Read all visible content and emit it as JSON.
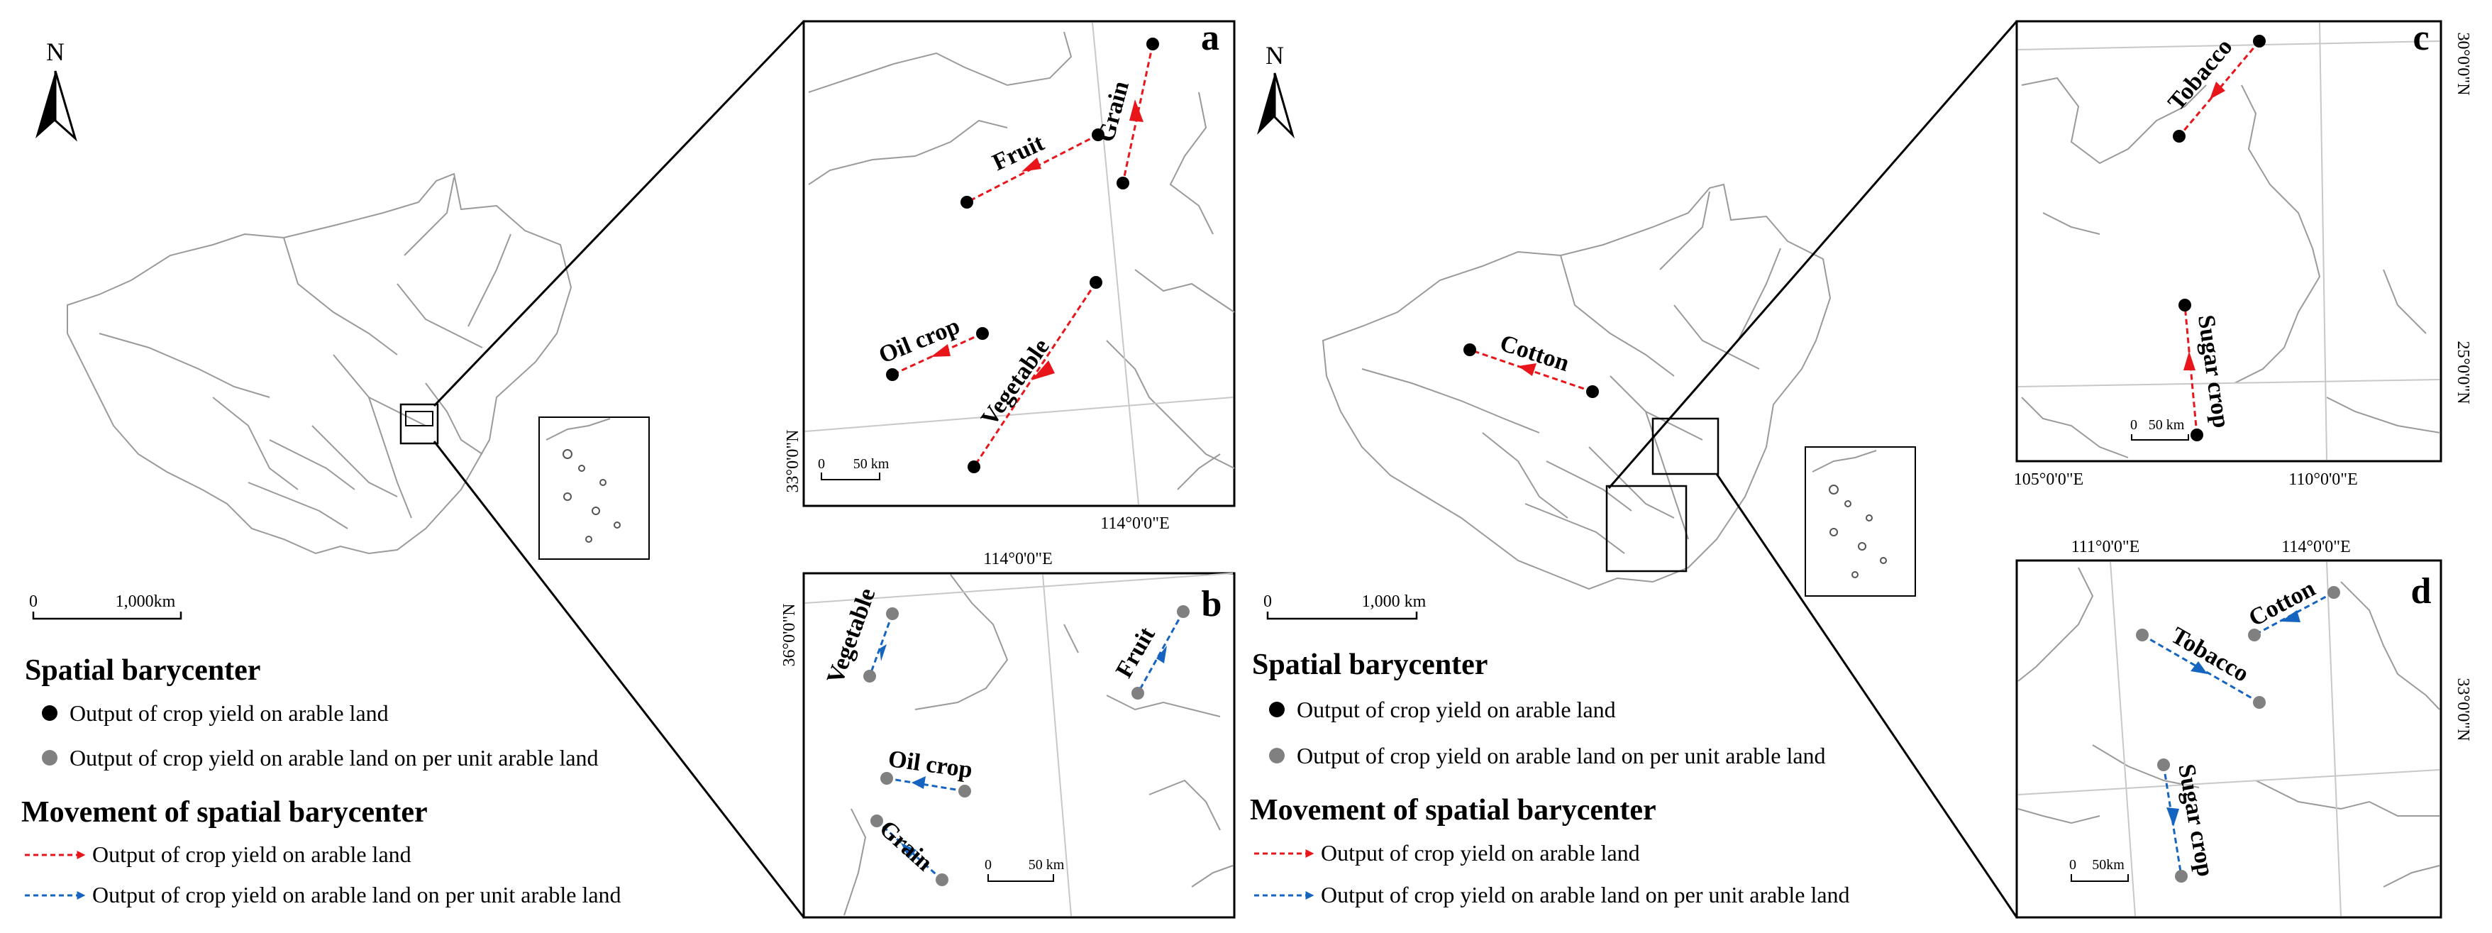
{
  "north_label": "N",
  "left_figure": {
    "scale_zero": "0",
    "scale_value": "1,000km",
    "legend": {
      "spatial_title": "Spatial barycenter",
      "black_point_label": "Output of crop yield on arable land",
      "gray_point_label": "Output of crop yield on arable land on per unit arable land",
      "movement_title": "Movement of spatial barycenter",
      "red_arrow_label": "Output of crop yield on arable land",
      "blue_arrow_label": "Output of crop yield on arable land on per unit arable land"
    },
    "panel_a": {
      "letter": "a",
      "lat_label": "33°0'0\"N",
      "lon_label": "114°0'0\"E",
      "scale_zero": "0",
      "scale_value": "50 km",
      "crops": [
        "Fruit",
        "Grain",
        "Oil crop",
        "Vegetable"
      ]
    },
    "panel_b": {
      "letter": "b",
      "lat_label": "36°0'0\"N",
      "lon_label": "114°0'0\"E",
      "scale_zero": "0",
      "scale_value": "50 km",
      "crops": [
        "Vegetable",
        "Fruit",
        "Oil crop",
        "Grain"
      ]
    }
  },
  "right_figure": {
    "scale_zero": "0",
    "scale_value": "1,000 km",
    "map_label": "Cotton",
    "legend": {
      "spatial_title": "Spatial barycenter",
      "black_point_label": "Output of crop yield on arable land",
      "gray_point_label": "Output of crop yield on arable land on per unit arable land",
      "movement_title": "Movement of spatial barycenter",
      "red_arrow_label": "Output of crop yield on arable land",
      "blue_arrow_label": "Output of crop yield on arable land on per unit arable land"
    },
    "panel_c": {
      "letter": "c",
      "lat_top": "30°0'0\"N",
      "lat_mid": "25°0'0\"N",
      "lon_left": "105°0'0\"E",
      "lon_right": "110°0'0\"E",
      "scale_zero": "0",
      "scale_value": "50 km",
      "crops": [
        "Tobacco",
        "Sugar crop"
      ]
    },
    "panel_d": {
      "letter": "d",
      "lon_left": "111°0'0\"E",
      "lon_right": "114°0'0\"E",
      "lat_label": "33°0'0\"N",
      "scale_zero": "0",
      "scale_value": "50km",
      "crops": [
        "Cotton",
        "Tobacco",
        "Sugar crop"
      ]
    }
  },
  "colors": {
    "red_arrow": "#e8161b",
    "blue_arrow": "#1565c0",
    "black_point": "#000000",
    "gray_point": "#808080",
    "boundary": "#9a9a9a",
    "grid": "#c8c8c8"
  }
}
